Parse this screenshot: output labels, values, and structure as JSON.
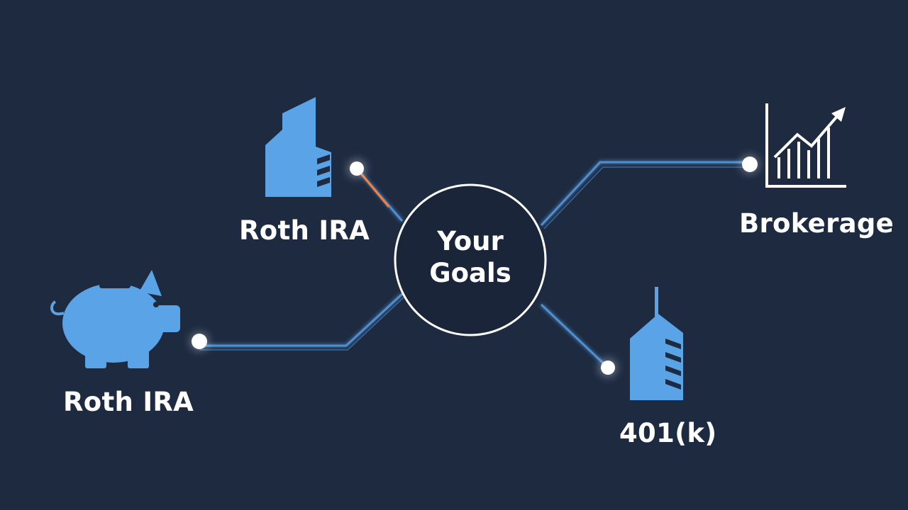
{
  "center": {
    "line1": "Your",
    "line2": "Goals"
  },
  "nodes": [
    {
      "label": "Roth IRA",
      "icon": "building-icon"
    },
    {
      "label": "Roth IRA",
      "icon": "piggy-bank-icon"
    },
    {
      "label": "Brokerage",
      "icon": "growth-chart-icon"
    },
    {
      "label": "401(k)",
      "icon": "skyscraper-icon"
    }
  ],
  "colors": {
    "background": "#1d2a40",
    "icon": "#5aa3e6",
    "connector": "#4f8fd0",
    "accent": "#ff7a2e",
    "text": "#ffffff"
  }
}
